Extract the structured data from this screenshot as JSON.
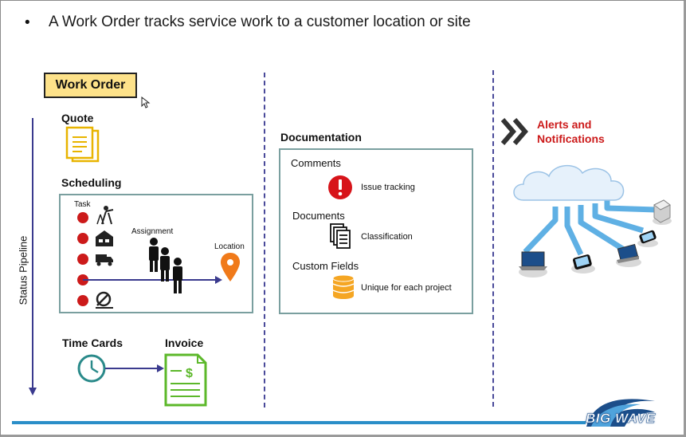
{
  "slide": {
    "bullet": "•",
    "headline": "A Work Order tracks service work to a customer location or site"
  },
  "pipeline": {
    "label": "Status Pipeline",
    "work_order": "Work Order",
    "quote": "Quote",
    "scheduling": "Scheduling",
    "task": "Task",
    "assignment": "Assignment",
    "location": "Location",
    "time_cards": "Time Cards",
    "invoice": "Invoice"
  },
  "documentation": {
    "title": "Documentation",
    "comments": "Comments",
    "issue_tracking": "Issue tracking",
    "documents": "Documents",
    "classification": "Classification",
    "custom_fields": "Custom Fields",
    "unique": "Unique for each project"
  },
  "alerts": {
    "line1": "Alerts and",
    "line2": "Notifications"
  },
  "logo": {
    "text": "BIG WAVE"
  },
  "colors": {
    "work_order_fill": "#fde28a",
    "task_dot": "#cc1a1a",
    "arrow": "#3a3a8e",
    "box_border": "#7a9f9f",
    "alert_text": "#cc1a1a",
    "network_line": "#5fb0e4",
    "footer": "#2a8ec8"
  },
  "icons": [
    "cursor-icon",
    "quote-document-icon",
    "surveyor-icon",
    "warehouse-icon",
    "truck-icon",
    "wrench-icon",
    "workers-icon",
    "location-pin-icon",
    "clock-icon",
    "invoice-icon",
    "alert-icon",
    "documents-icon",
    "database-icon",
    "double-chevron-icon",
    "cloud-icon",
    "laptop-icon",
    "phone-icon",
    "server-icon"
  ]
}
